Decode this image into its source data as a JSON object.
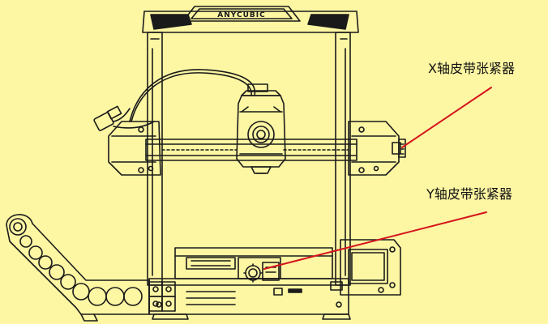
{
  "printer": {
    "brand": "ANYCUBIC"
  },
  "callouts": [
    {
      "id": "x",
      "label": "X轴皮带张紧器"
    },
    {
      "id": "y",
      "label": "Y轴皮带张紧器"
    }
  ],
  "colors": {
    "background": "#fdf6a3",
    "line": "#1a1a1a",
    "callout": "#d4141c"
  }
}
